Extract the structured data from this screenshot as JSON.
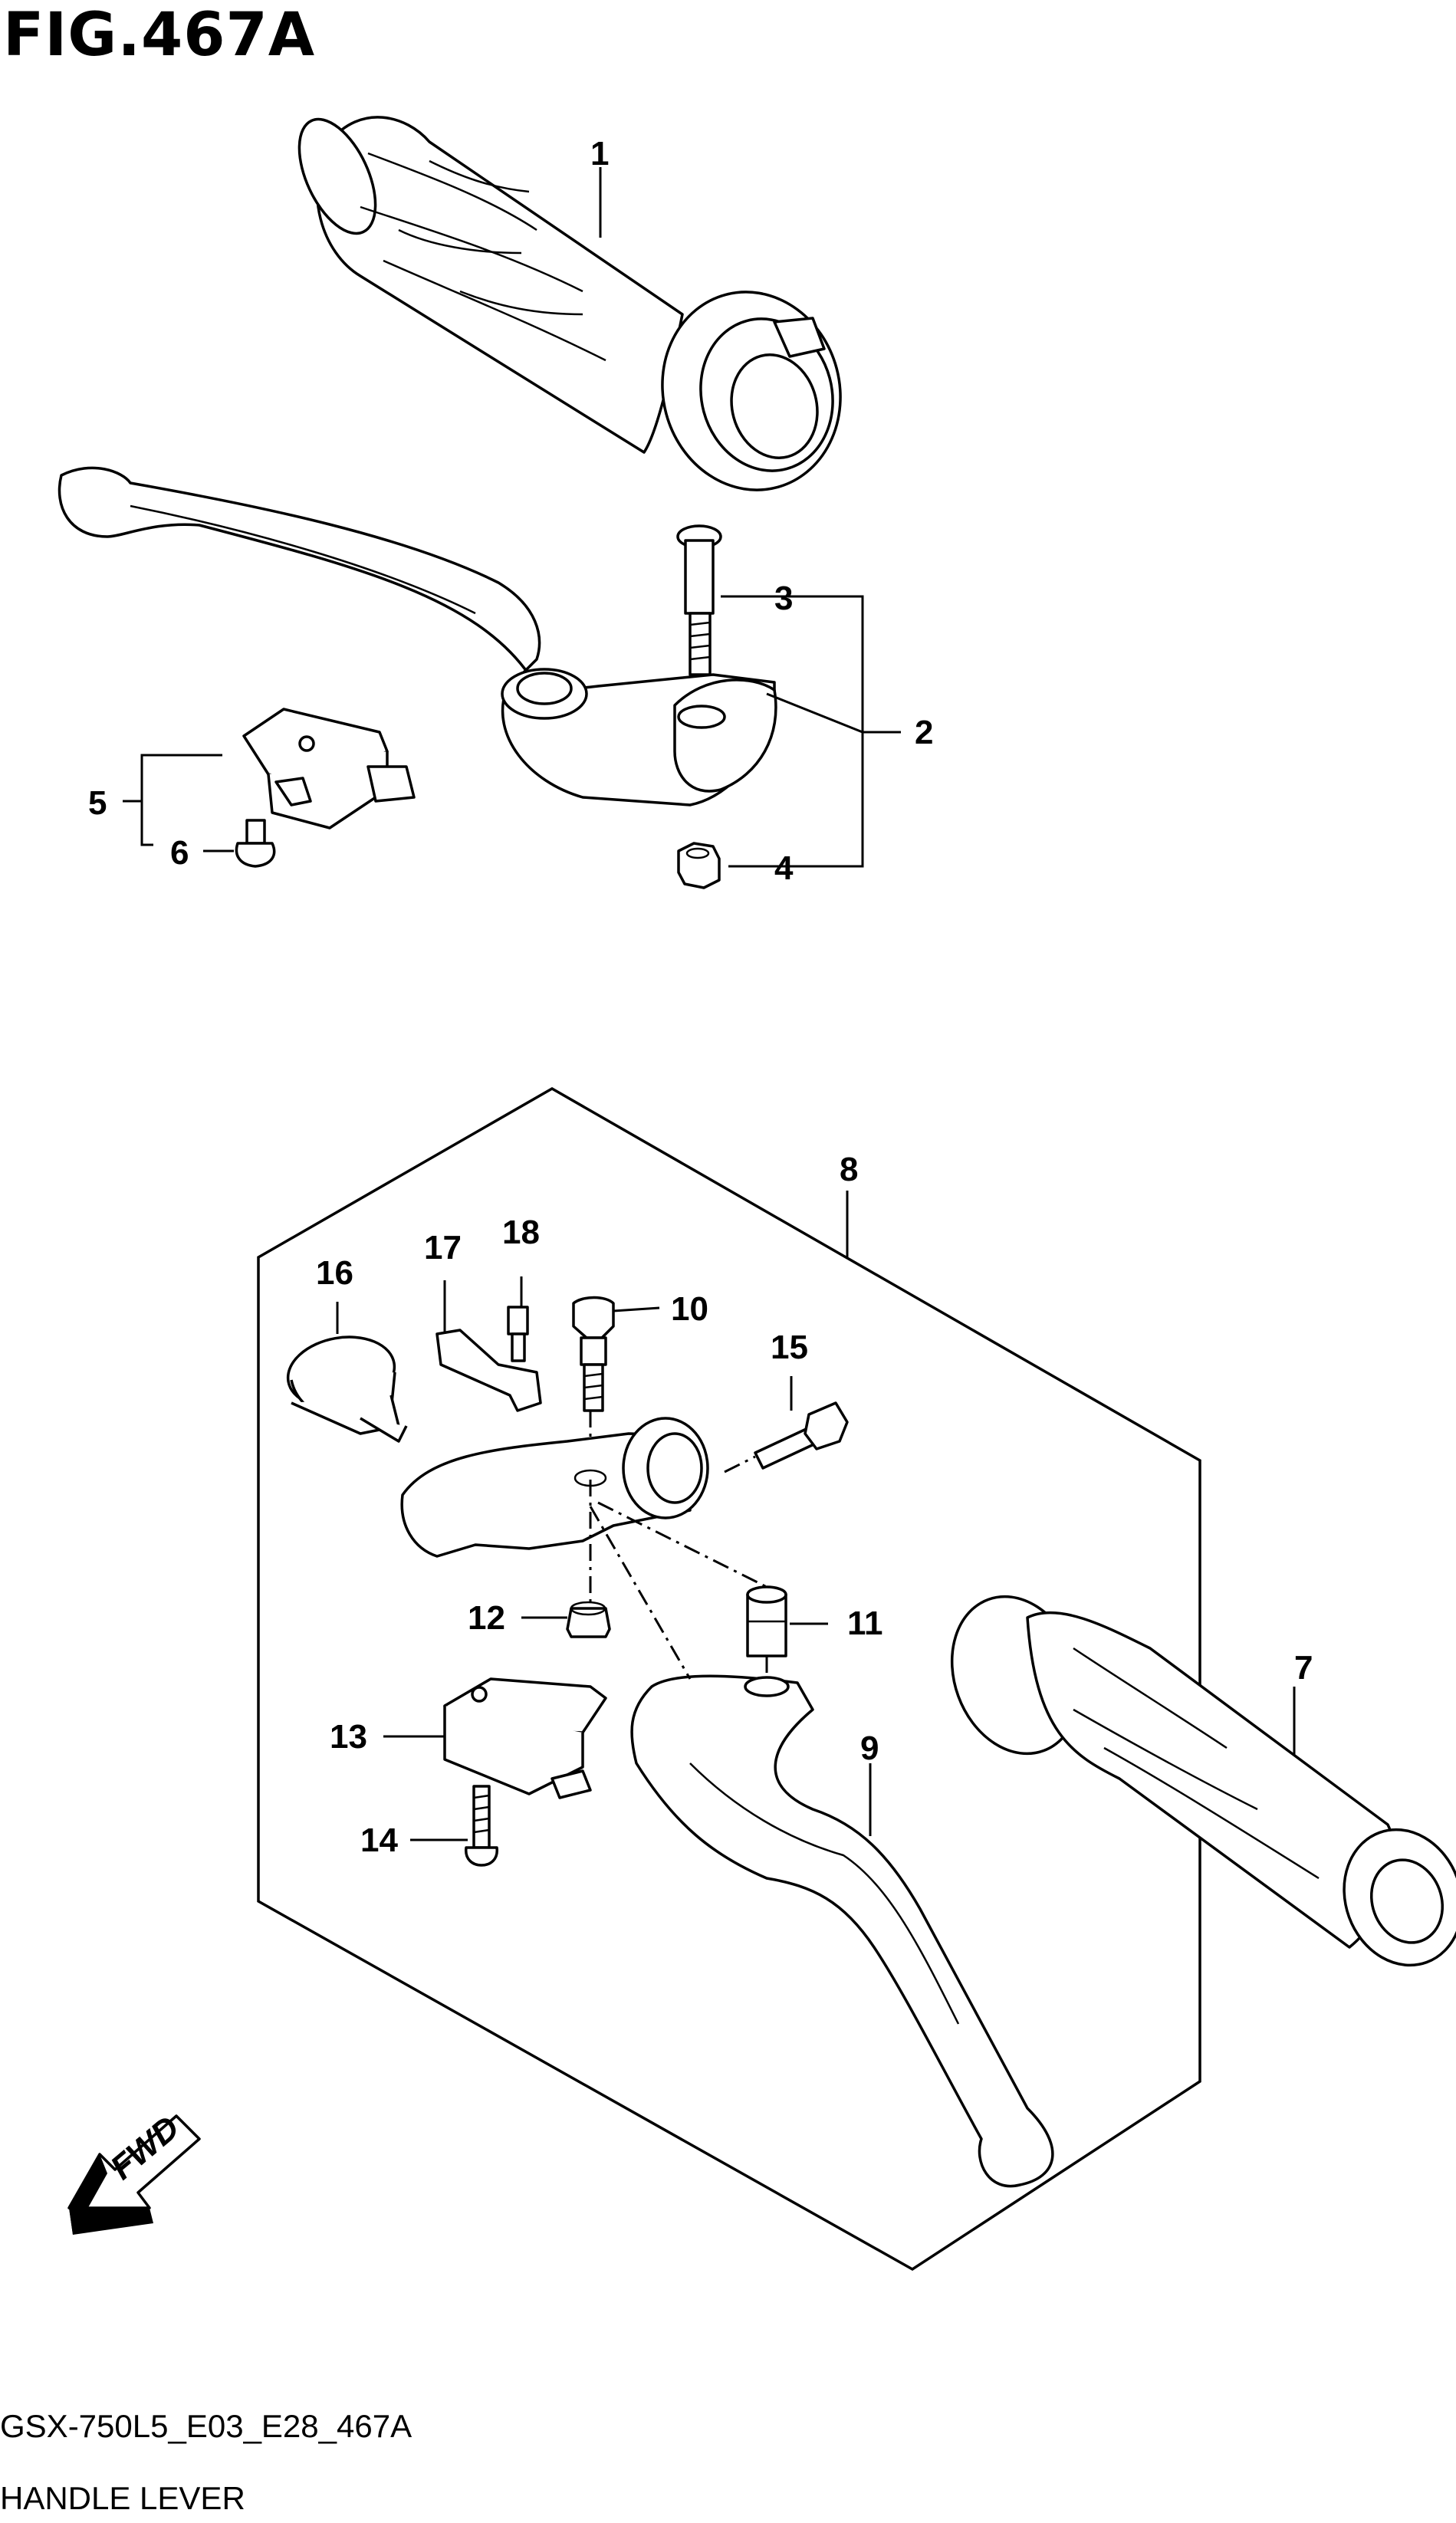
{
  "figure": {
    "title": "FIG.467A"
  },
  "footer": {
    "model_code": "GSX-750L5_E03_E28_467A",
    "section_name": "HANDLE LEVER"
  },
  "fwd_badge": {
    "label": "FWD"
  },
  "callouts": [
    "1",
    "2",
    "3",
    "4",
    "5",
    "6",
    "7",
    "8",
    "9",
    "10",
    "11",
    "12",
    "13",
    "14",
    "15",
    "16",
    "17",
    "18"
  ]
}
